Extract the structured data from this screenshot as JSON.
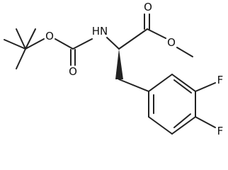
{
  "diagram": {
    "type": "chemical-structure",
    "atom_labels": {
      "ester_carbonyl_oxygen": "O",
      "ester_oxygen": "O",
      "carbamate_nitrogen": "HN",
      "carbamate_carbonyl_oxygen": "O",
      "carbamate_ether_oxygen": "O",
      "fluorine_meta": "F",
      "fluorine_para": "F"
    }
  }
}
